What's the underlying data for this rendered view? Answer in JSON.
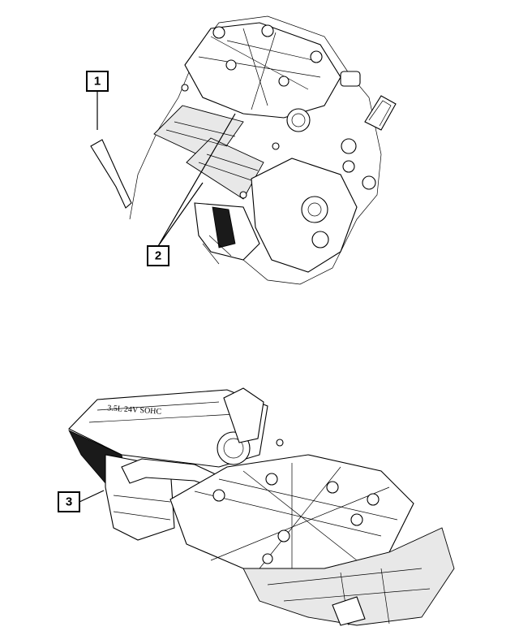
{
  "callouts": [
    {
      "label": "1"
    },
    {
      "label": "2"
    },
    {
      "label": "3"
    }
  ],
  "cover_stamp": "3.5L 24V SOHC",
  "colors": {
    "ink": "#000000",
    "paper": "#ffffff"
  }
}
